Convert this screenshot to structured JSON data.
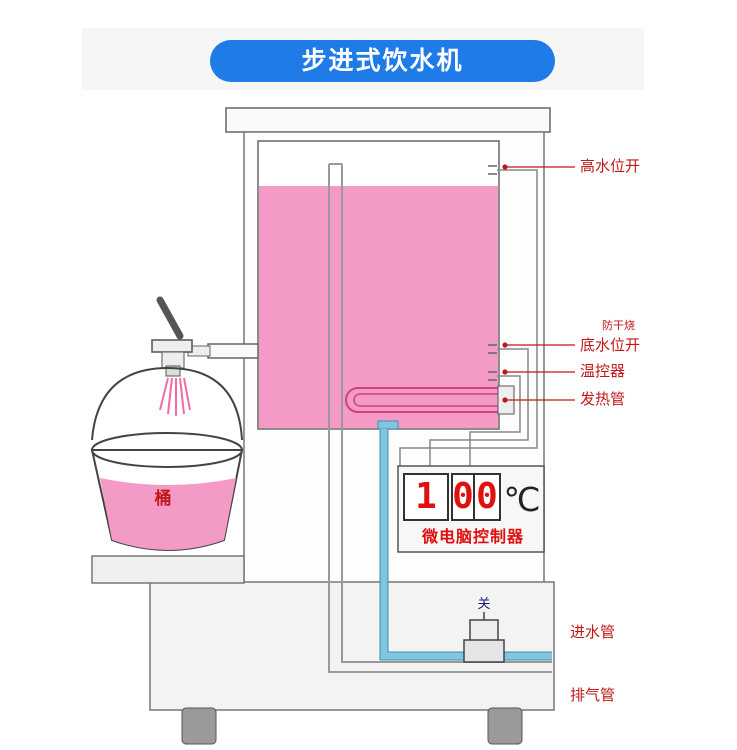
{
  "title": "步进式饮水机",
  "labels": {
    "high_level": "高水位开",
    "dry_protect": "防干烧",
    "low_level": "底水位开",
    "thermostat": "温控器",
    "heater": "发热管",
    "inlet_pipe": "进水管",
    "vent_pipe": "排气管",
    "valve": "关",
    "bucket": "桶"
  },
  "controller": {
    "digit_1": "1",
    "digit_2": "0",
    "digit_3": "0",
    "unit": "℃",
    "label": "微电脑控制器"
  },
  "colors": {
    "title_bg": "#1e7be8",
    "water": "#f49ac6",
    "label_red": "#c01818",
    "inlet_pipe": "#7fc6e0"
  }
}
